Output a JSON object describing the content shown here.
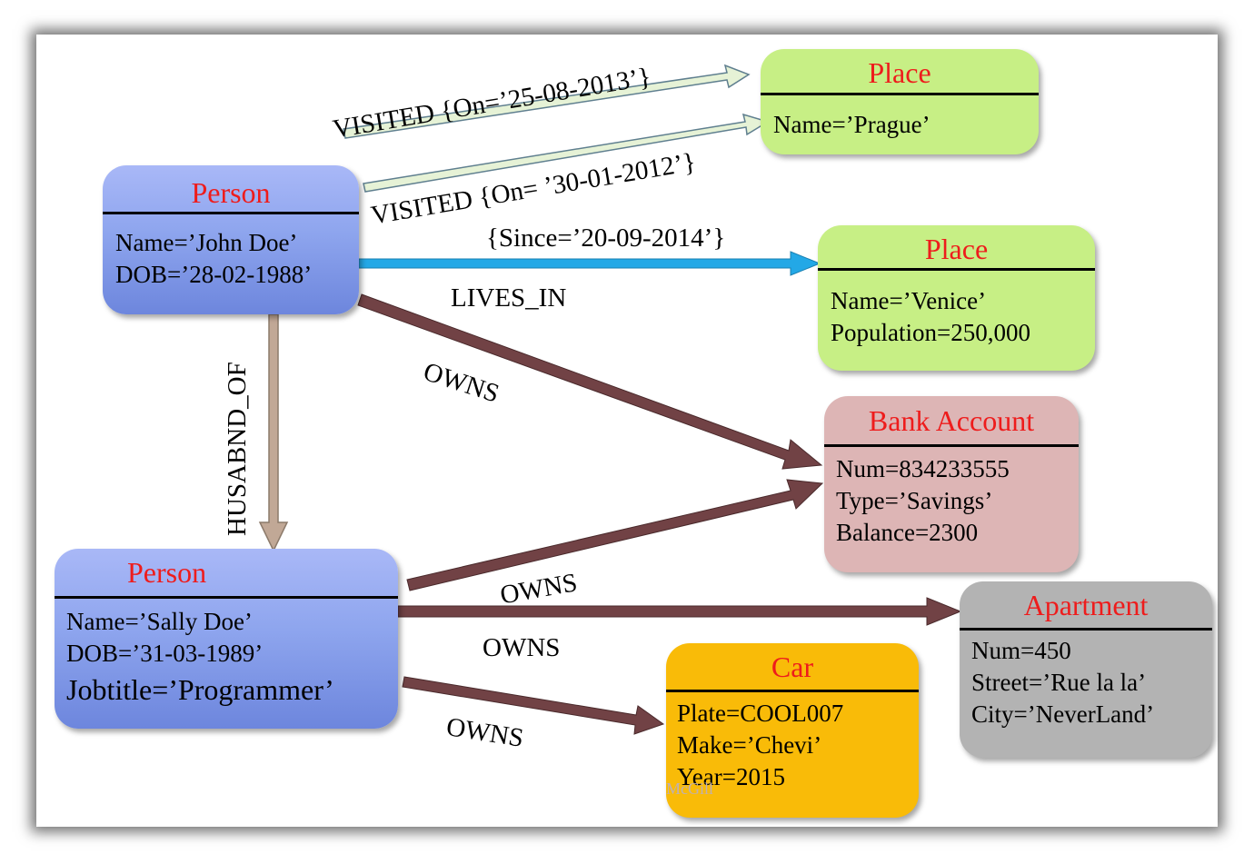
{
  "colors": {
    "title_red": "#ee1c1c",
    "person_blue": "#8ea5ee",
    "place_green": "#c7ef85",
    "bank_pink": "#ddb5b5",
    "apartment_gray": "#b3b3b3",
    "car_yellow": "#f9bb08",
    "owns_arrow": "#714245",
    "lives_in_arrow": "#23a8e6",
    "visited_arrow": "#e6f2d6",
    "husband_arrow": "#c1a896"
  },
  "nodes": {
    "john": {
      "title": "Person",
      "props": [
        "Name=’John Doe’",
        "DOB=’28-02-1988’"
      ]
    },
    "sally": {
      "title": "Person",
      "props": [
        "Name=’Sally Doe’",
        "DOB=’31-03-1989’",
        "Jobtitle=’Programmer’"
      ]
    },
    "prague": {
      "title": "Place",
      "props": [
        "Name=’Prague’"
      ]
    },
    "venice": {
      "title": "Place",
      "props": [
        "Name=’Venice’",
        "Population=250,000"
      ]
    },
    "bank": {
      "title": "Bank Account",
      "props": [
        "Num=834233555",
        "Type=’Savings’",
        "Balance=2300"
      ]
    },
    "apartment": {
      "title": "Apartment",
      "props": [
        "Num=450",
        "Street=’Rue la la’",
        "City=’NeverLand’"
      ]
    },
    "car": {
      "title": "Car",
      "props": [
        "Plate=COOL007",
        "Make=’Chevi’",
        "Year=2015"
      ]
    }
  },
  "edges": {
    "visited_1": "VISITED {On=’25-08-2013’}",
    "visited_2": "VISITED {On= ’30-01-2012’}",
    "lives_in_props": "{Since=’20-09-2014’}",
    "lives_in": "LIVES_IN",
    "john_owns_bank": "OWNS",
    "husband_of": "HUSABND_OF",
    "sally_owns_bank": "OWNS",
    "sally_owns_apartment": "OWNS",
    "sally_owns_car": "OWNS"
  },
  "watermark": "McGill"
}
